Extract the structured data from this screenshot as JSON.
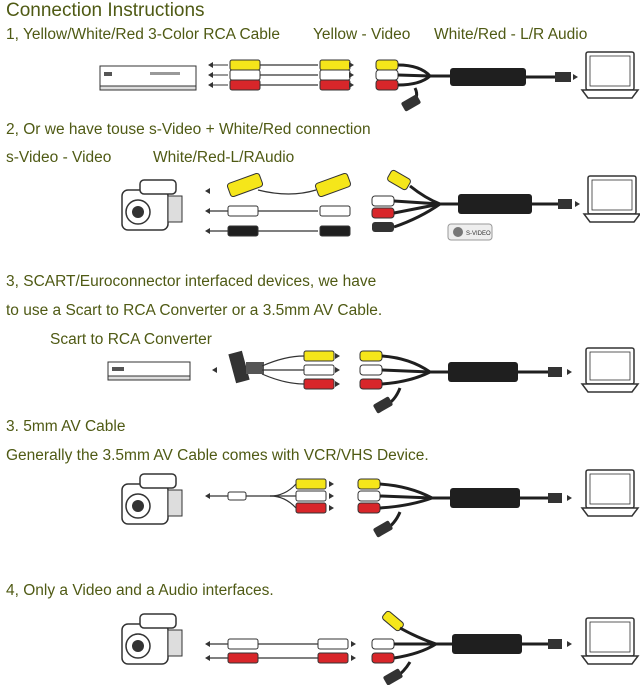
{
  "title": "Connection Instructions",
  "sections": [
    {
      "heading": "1, Yellow/White/Red 3-Color RCA Cable",
      "label_a": "Yellow - Video",
      "label_b": "White/Red - L/R Audio"
    },
    {
      "heading": "2, Or we have touse s-Video + White/Red connection",
      "label_a": "s-Video - Video",
      "label_b": "White/Red-L/RAudio",
      "callout": "S-VIDEO"
    },
    {
      "heading": "3, SCART/Euroconnector interfaced devices, we have",
      "line2": "to use a Scart to RCA Converter or a 3.5mm  AV Cable.",
      "sublabel": "Scart to RCA Converter"
    },
    {
      "heading": "3. 5mm AV Cable",
      "line2": "Generally the 3.5mm AV Cable comes with VCR/VHS Device."
    },
    {
      "heading": "4, Only a Video and a Audio interfaces."
    }
  ],
  "colors": {
    "text": "#4f5a14",
    "rca_yellow": "#f5e61a",
    "rca_red": "#d8262a",
    "rca_white": "#ffffff",
    "cable": "#1f1f1f"
  },
  "icons": [
    "dvd-player-icon",
    "camcorder-icon",
    "vcr-icon",
    "laptop-icon",
    "usb-capture-adapter-icon",
    "scart-adapter-icon"
  ]
}
